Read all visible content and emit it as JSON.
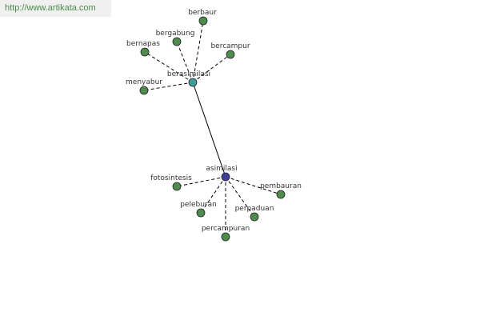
{
  "watermark": "http://www.artikata.com",
  "colors": {
    "leaf": "#4f8a4f",
    "hub_secondary": "#3f9a9a",
    "hub_primary": "#3f3f9a",
    "edge": "#000000",
    "label": "#333333"
  },
  "graph": {
    "nodes": [
      {
        "id": "asimilasi",
        "label": "asimilasi",
        "kind": "hub_primary"
      },
      {
        "id": "berasimilasi",
        "label": "berasimilasi",
        "kind": "hub_secondary"
      },
      {
        "id": "berbaur",
        "label": "berbaur",
        "kind": "leaf"
      },
      {
        "id": "bergabung",
        "label": "bergabung",
        "kind": "leaf"
      },
      {
        "id": "bernapas",
        "label": "bernapas",
        "kind": "leaf"
      },
      {
        "id": "bercampur",
        "label": "bercampur",
        "kind": "leaf"
      },
      {
        "id": "menyabur",
        "label": "menyabur",
        "kind": "leaf"
      },
      {
        "id": "fotosintesis",
        "label": "fotosintesis",
        "kind": "leaf"
      },
      {
        "id": "pembauran",
        "label": "pembauran",
        "kind": "leaf"
      },
      {
        "id": "peleburan",
        "label": "peleburan",
        "kind": "leaf"
      },
      {
        "id": "perpaduan",
        "label": "perpaduan",
        "kind": "leaf"
      },
      {
        "id": "percampuran",
        "label": "percampuran",
        "kind": "leaf"
      }
    ],
    "edges": [
      {
        "from": "asimilasi",
        "to": "berasimilasi",
        "style": "solid"
      },
      {
        "from": "berasimilasi",
        "to": "berbaur",
        "style": "dashed"
      },
      {
        "from": "berasimilasi",
        "to": "bergabung",
        "style": "dashed"
      },
      {
        "from": "berasimilasi",
        "to": "bernapas",
        "style": "dashed"
      },
      {
        "from": "berasimilasi",
        "to": "bercampur",
        "style": "dashed"
      },
      {
        "from": "berasimilasi",
        "to": "menyabur",
        "style": "dashed"
      },
      {
        "from": "asimilasi",
        "to": "fotosintesis",
        "style": "dashed"
      },
      {
        "from": "asimilasi",
        "to": "pembauran",
        "style": "dashed"
      },
      {
        "from": "asimilasi",
        "to": "peleburan",
        "style": "dashed"
      },
      {
        "from": "asimilasi",
        "to": "perpaduan",
        "style": "dashed"
      },
      {
        "from": "asimilasi",
        "to": "percampuran",
        "style": "dashed"
      }
    ]
  }
}
